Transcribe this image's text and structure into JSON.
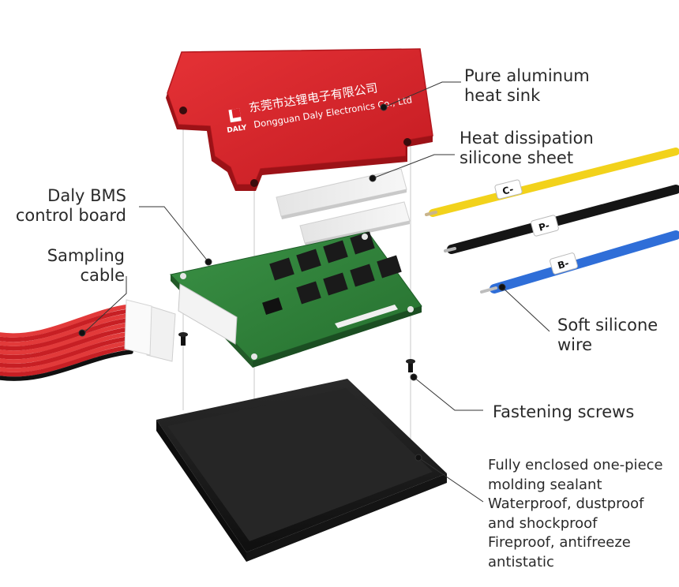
{
  "colors": {
    "heatsink": "#d8232a",
    "heatsink_dark": "#a5141b",
    "pcb": "#2f7f3a",
    "pcb_dark": "#1f5d29",
    "case": "#1c1c1c",
    "wire_yellow": "#f2d21b",
    "wire_black": "#151515",
    "wire_blue": "#2f6ed8",
    "cable_red": "#d42b2b",
    "leader": "#333333",
    "guide": "#bdbdbd"
  },
  "heatsink_print": {
    "logo_word": "DALY",
    "company_cn": "东莞市达锂电子有限公司",
    "company_en": "Dongguan Daly Electronics Co., Ltd"
  },
  "wire_sleeves": {
    "yellow": "C-",
    "black": "P-",
    "blue": "B-"
  },
  "labels": {
    "heat_sink": [
      "Pure aluminum",
      "heat sink"
    ],
    "silicone_sheet": [
      "Heat dissipation",
      "silicone sheet"
    ],
    "bms_board": [
      "Daly BMS",
      "control board"
    ],
    "sampling_cable": [
      "Sampling",
      "cable"
    ],
    "silicone_wire": [
      "Soft silicone",
      "wire"
    ],
    "screws": [
      "Fastening screws"
    ],
    "case": [
      "Fully enclosed one-piece",
      "molding sealant",
      "Waterproof, dustproof",
      "and shockproof",
      "Fireproof, antifreeze",
      "antistatic"
    ]
  }
}
